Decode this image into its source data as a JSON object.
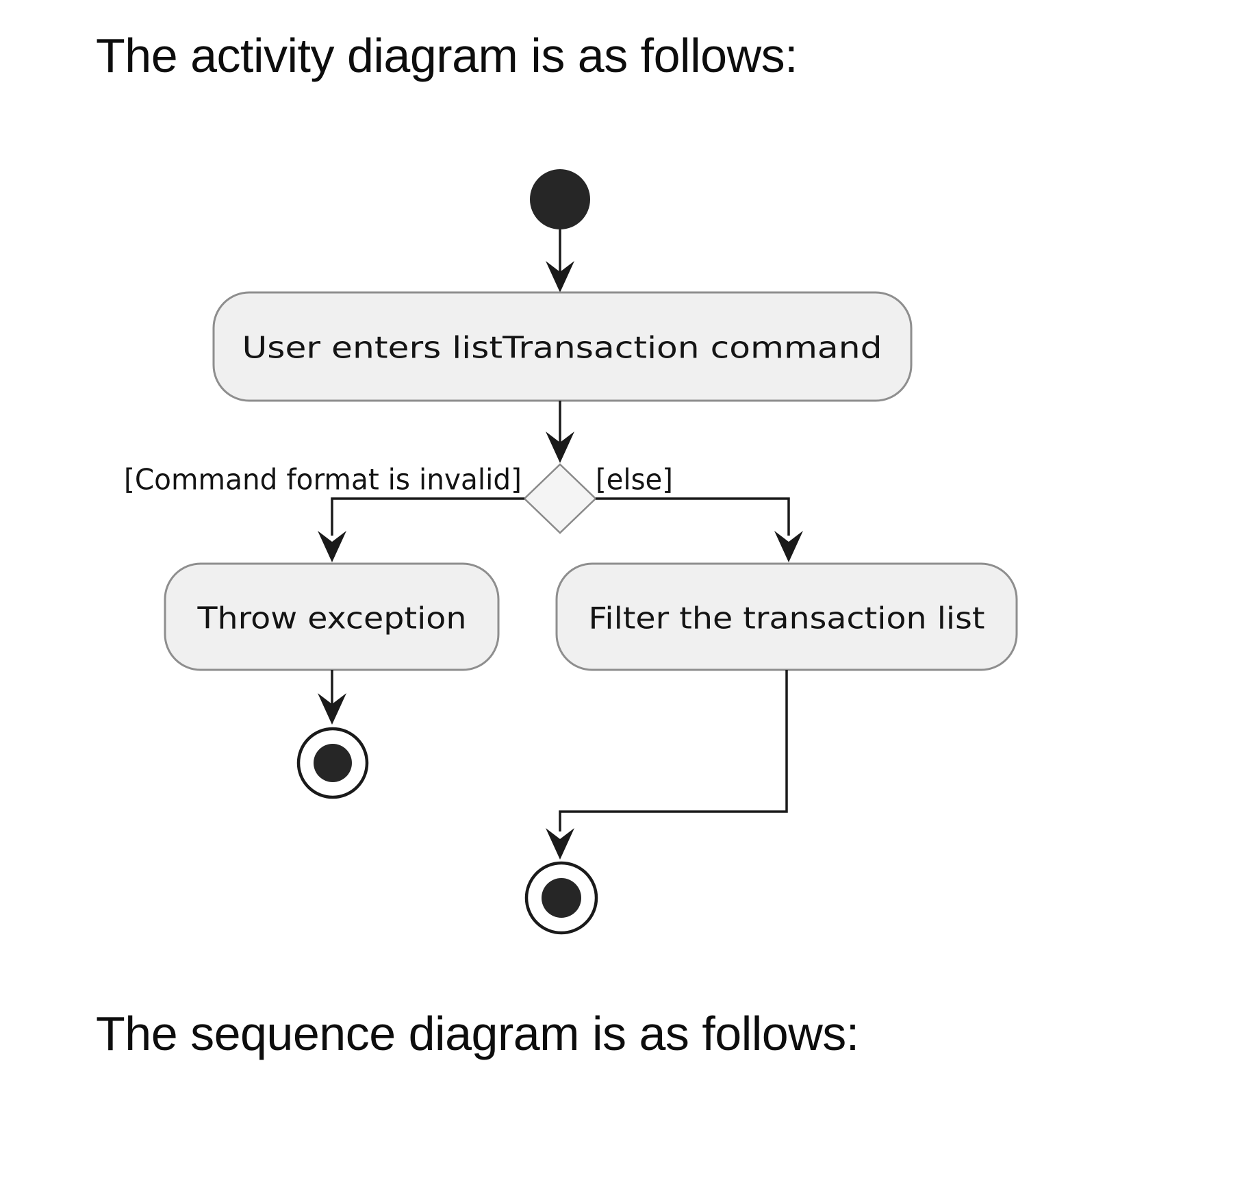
{
  "page": {
    "heading_top": "The activity diagram is as follows:",
    "heading_bottom": "The sequence diagram is as follows:"
  },
  "diagram": {
    "type": "uml-activity-diagram",
    "activities": [
      {
        "label": "User enters listTransaction command"
      },
      {
        "label": "Throw exception"
      },
      {
        "label": "Filter the transaction list"
      }
    ],
    "decision": {
      "branches": [
        {
          "guard": "[Command format is invalid]",
          "target": "Throw exception",
          "outcome": "end"
        },
        {
          "guard": "[else]",
          "target": "Filter the transaction list",
          "outcome": "end"
        }
      ]
    },
    "colors": {
      "node_fill": "#f0f0f0",
      "node_border": "#8e8e8e",
      "diamond_fill": "#f4f4f4",
      "edge": "#1a1a1a",
      "node_dark": "#262626",
      "text": "#141414"
    }
  }
}
